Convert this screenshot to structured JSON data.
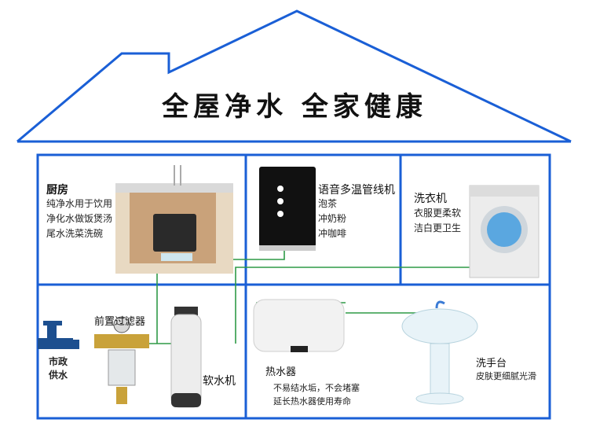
{
  "title": "全屋净水  全家健康",
  "kitchen": {
    "title": "厨房",
    "lines": [
      "纯净水用于饮用",
      "净化水做饭煲汤",
      "尾水洗菜洗碗"
    ]
  },
  "purifier_machine": {
    "title": "语音多温管线机",
    "lines": [
      "泡茶",
      "冲奶粉",
      "冲咖啡"
    ]
  },
  "washer": {
    "title": "洗衣机",
    "lines": [
      "衣服更柔软",
      "洁白更卫生"
    ]
  },
  "municipal": {
    "label_line1": "市政",
    "label_line2": "供水"
  },
  "prefilter": {
    "label": "前置过滤器"
  },
  "softener": {
    "label": "软水机"
  },
  "heater": {
    "label": "热水器",
    "lines": [
      "不易结水垢，不会堵塞",
      "延长热水器使用寿命"
    ]
  },
  "basin": {
    "label": "洗手台",
    "line": "皮肤更细腻光滑"
  },
  "colors": {
    "frame": "#1a5fd6",
    "pipe": "#2e9a47"
  }
}
